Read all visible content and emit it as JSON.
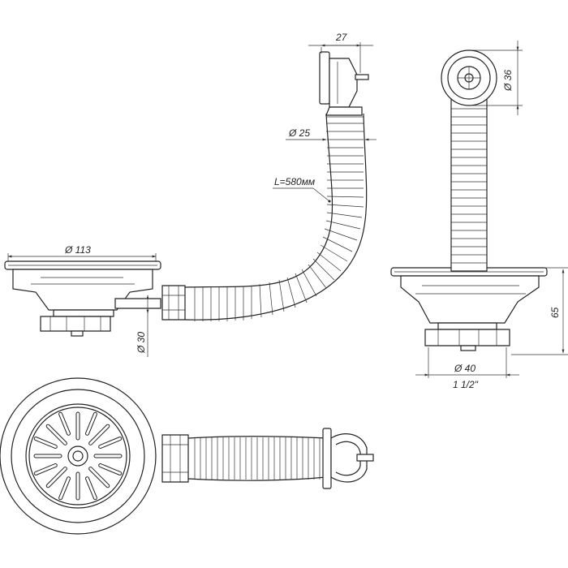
{
  "dimensions": {
    "overflow_depth": "27",
    "overflow_hose_diameter": "Ø 25",
    "hose_length": "L=580мм",
    "basket_diameter": "Ø 113",
    "outlet_diameter": "Ø 30",
    "overflow_cap_diameter": "Ø 36",
    "drain_height": "65",
    "nut_diameter": "Ø 40",
    "thread_size": "1 1/2\""
  },
  "colors": {
    "line": "#222222",
    "background": "#ffffff"
  }
}
